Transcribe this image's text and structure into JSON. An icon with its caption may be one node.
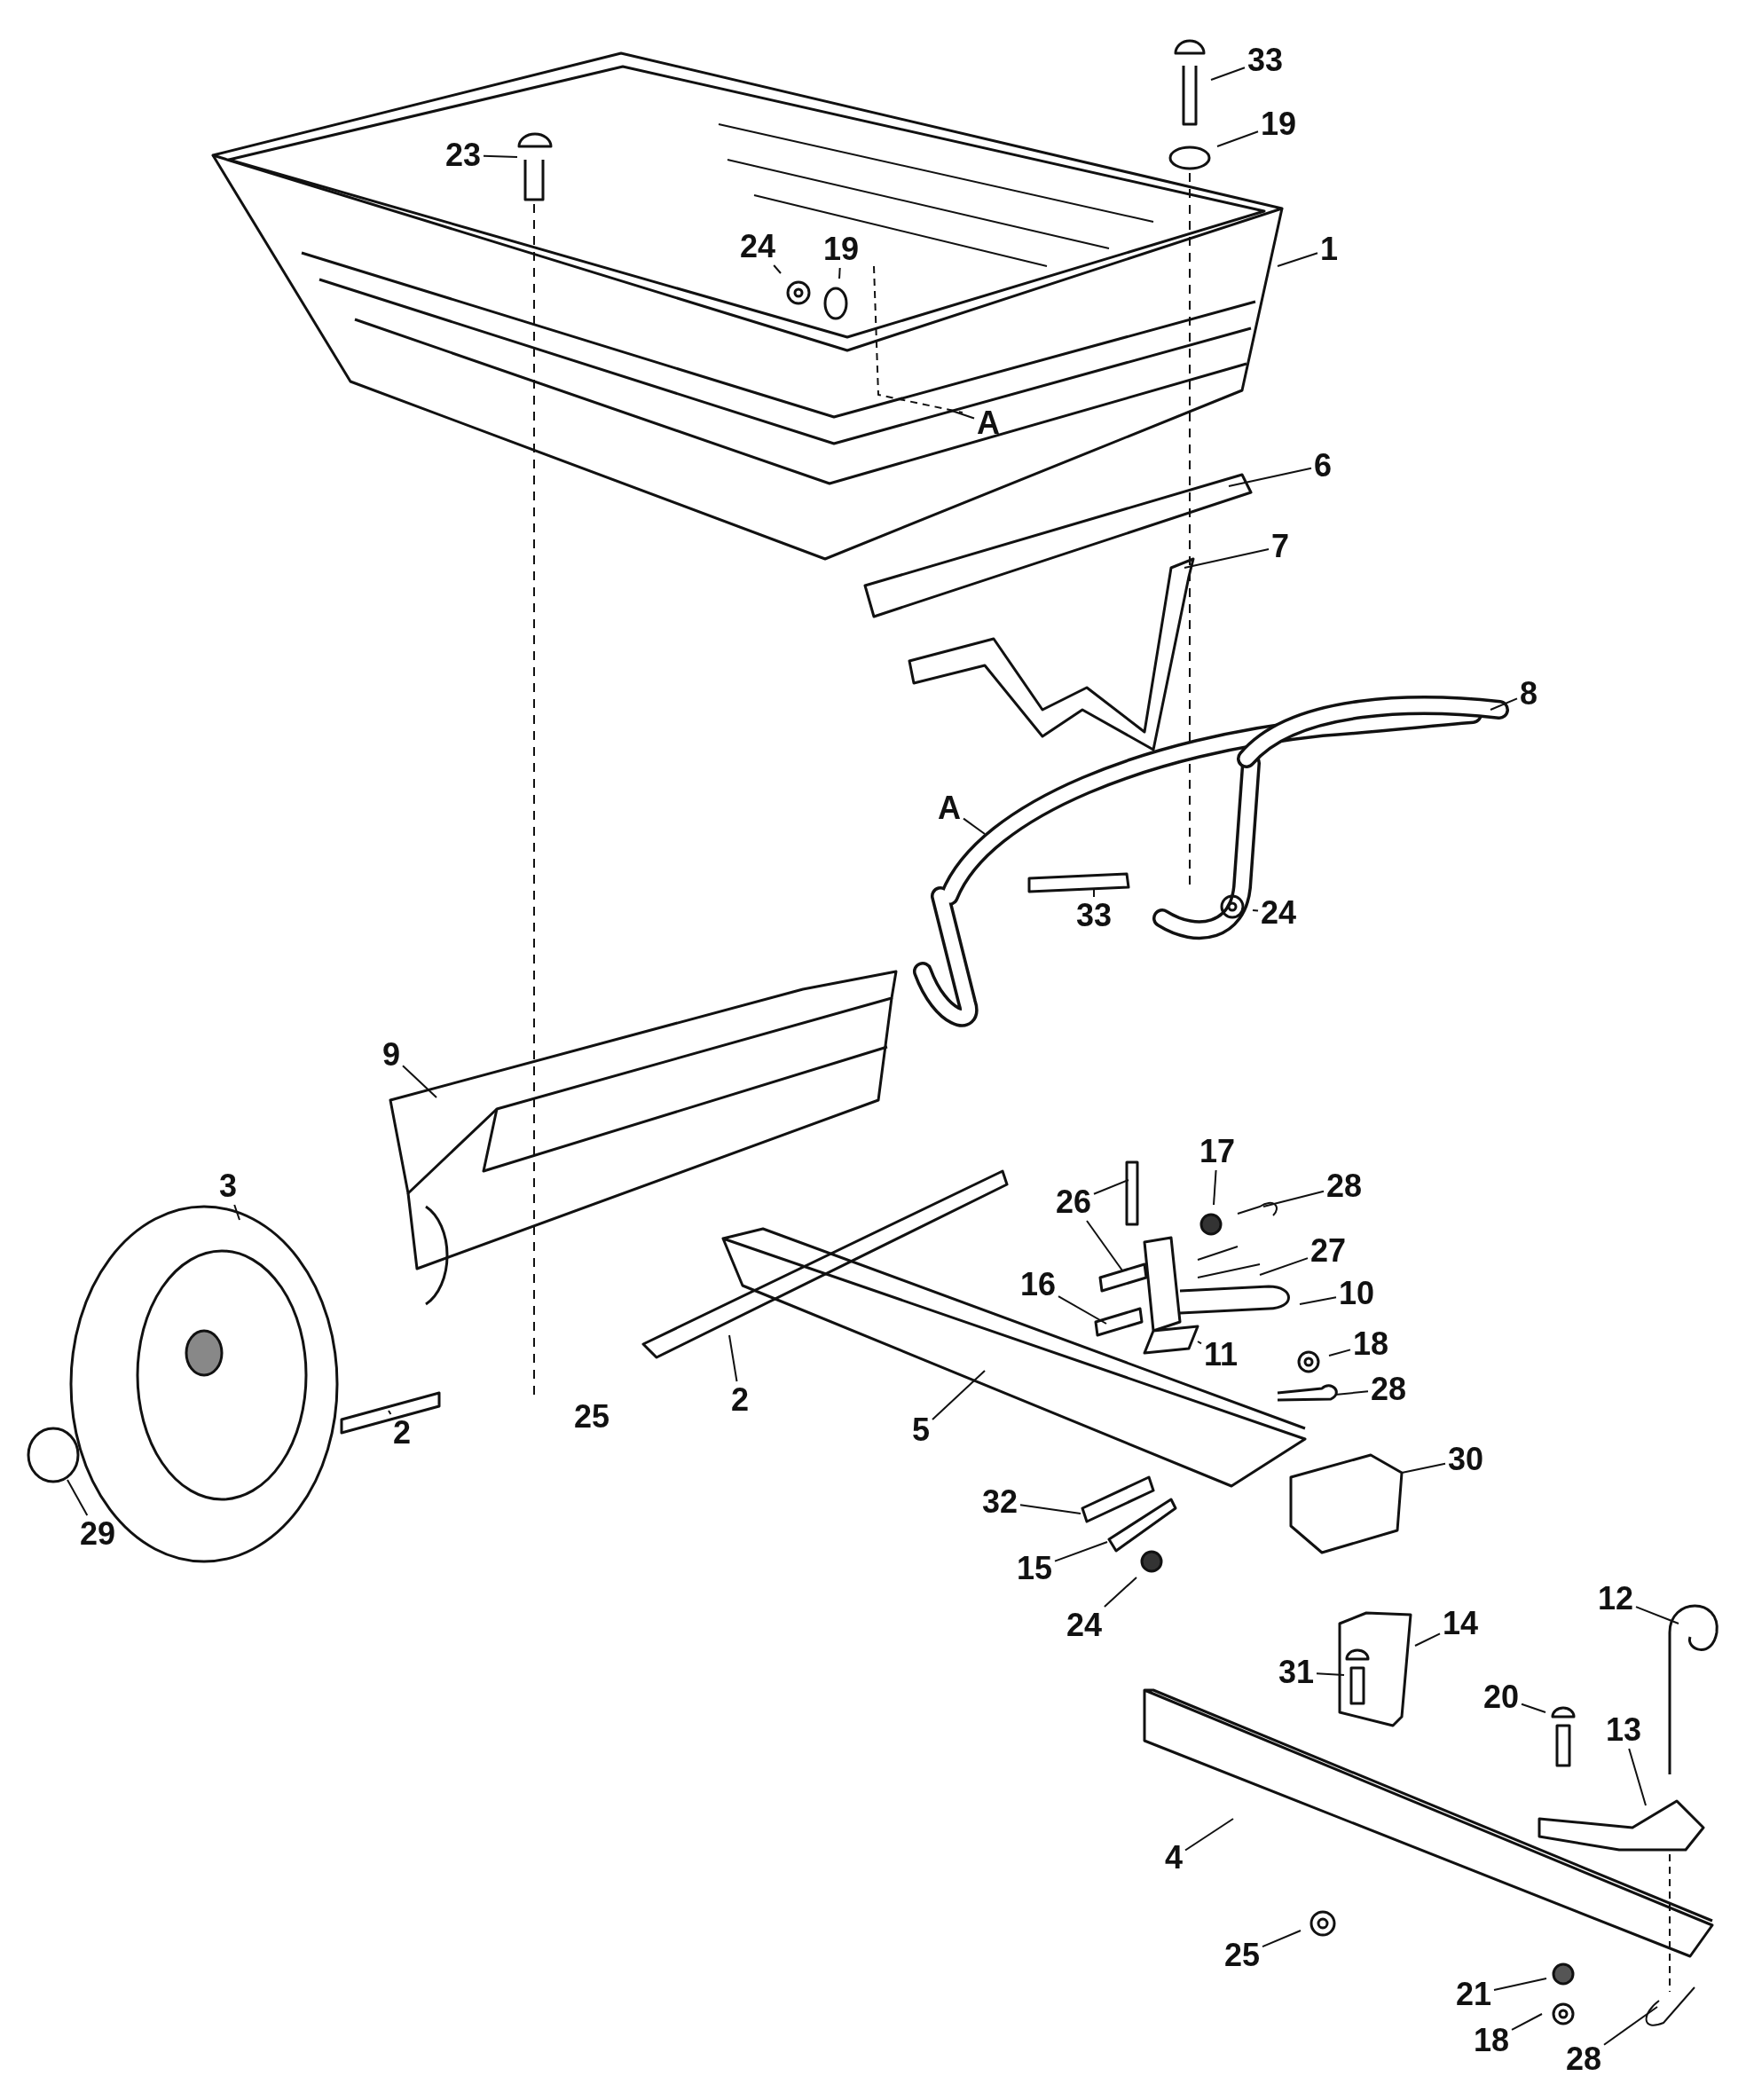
{
  "diagram": {
    "nodes": [
      {
        "text": [
          "33"
        ]
      },
      {
        "text": [
          "19"
        ]
      },
      {
        "text": [
          "23"
        ]
      },
      {
        "text": [
          "24"
        ]
      },
      {
        "text": [
          "19"
        ]
      },
      {
        "text": [
          "1"
        ]
      },
      {
        "text": [
          "A"
        ]
      },
      {
        "text": [
          "6"
        ]
      },
      {
        "text": [
          "7"
        ]
      },
      {
        "text": [
          "8"
        ]
      },
      {
        "text": [
          "A"
        ]
      },
      {
        "text": [
          "33"
        ]
      },
      {
        "text": [
          "24"
        ]
      },
      {
        "text": [
          "9"
        ]
      },
      {
        "text": [
          "17"
        ]
      },
      {
        "text": [
          "3"
        ]
      },
      {
        "text": [
          "26"
        ]
      },
      {
        "text": [
          "28"
        ]
      },
      {
        "text": [
          "27"
        ]
      },
      {
        "text": [
          "16"
        ]
      },
      {
        "text": [
          "10"
        ]
      },
      {
        "text": [
          "11"
        ]
      },
      {
        "text": [
          "18"
        ]
      },
      {
        "text": [
          "2"
        ]
      },
      {
        "text": [
          "2"
        ]
      },
      {
        "text": [
          "28"
        ]
      },
      {
        "text": [
          "5"
        ]
      },
      {
        "text": [
          "30"
        ]
      },
      {
        "text": [
          "29"
        ]
      },
      {
        "text": [
          "32"
        ]
      },
      {
        "text": [
          "15"
        ]
      },
      {
        "text": [
          "24"
        ]
      },
      {
        "text": [
          "14"
        ]
      },
      {
        "text": [
          "12"
        ]
      },
      {
        "text": [
          "31"
        ]
      },
      {
        "text": [
          "20"
        ]
      },
      {
        "text": [
          "13"
        ]
      },
      {
        "text": [
          "4"
        ]
      },
      {
        "text": [
          "25"
        ]
      },
      {
        "text": [
          "21"
        ]
      },
      {
        "text": [
          "18"
        ]
      },
      {
        "text": [
          "28"
        ]
      }
    ],
    "edges": [
      {
        "from": 0,
        "to": null,
        "arrow": "none"
      },
      {
        "from": 1,
        "to": null,
        "arrow": "none"
      },
      {
        "from": 2,
        "to": null,
        "arrow": "none"
      },
      {
        "from": 3,
        "to": null,
        "arrow": "none"
      },
      {
        "from": 4,
        "to": null,
        "arrow": "none"
      },
      {
        "from": 5,
        "to": null,
        "arrow": "none"
      },
      {
        "from": 6,
        "to": null,
        "arrow": "none"
      },
      {
        "from": 7,
        "to": null,
        "arrow": "none"
      },
      {
        "from": 8,
        "to": null,
        "arrow": "none"
      },
      {
        "from": 9,
        "to": null,
        "arrow": "none"
      },
      {
        "from": 10,
        "to": null,
        "arrow": "none"
      },
      {
        "from": 11,
        "to": null,
        "arrow": "none"
      },
      {
        "from": 12,
        "to": null,
        "arrow": "none"
      },
      {
        "from": 13,
        "to": null,
        "arrow": "none"
      },
      {
        "from": 14,
        "to": null,
        "arrow": "none"
      },
      {
        "from": 15,
        "to": null,
        "arrow": "none"
      },
      {
        "from": 16,
        "to": null,
        "arrow": "none"
      },
      {
        "from": 16,
        "to": null,
        "arrow": "none"
      },
      {
        "from": 17,
        "to": null,
        "arrow": "none"
      },
      {
        "from": 18,
        "to": null,
        "arrow": "none"
      },
      {
        "from": 19,
        "to": null,
        "arrow": "none"
      },
      {
        "from": 20,
        "to": null,
        "arrow": "none"
      },
      {
        "from": 21,
        "to": null,
        "arrow": "none"
      },
      {
        "from": 22,
        "to": null,
        "arrow": "none"
      },
      {
        "from": 23,
        "to": null,
        "arrow": "none"
      },
      {
        "from": 24,
        "to": null,
        "arrow": "none"
      },
      {
        "from": 25,
        "to": null,
        "arrow": "none"
      },
      {
        "from": 26,
        "to": null,
        "arrow": "none"
      },
      {
        "from": 27,
        "to": null,
        "arrow": "none"
      },
      {
        "from": 28,
        "to": null,
        "arrow": "none"
      },
      {
        "from": 29,
        "to": null,
        "arrow": "none"
      },
      {
        "from": 30,
        "to": null,
        "arrow": "none"
      },
      {
        "from": 31,
        "to": null,
        "arrow": "none"
      },
      {
        "from": 32,
        "to": null,
        "arrow": "none"
      },
      {
        "from": 33,
        "to": null,
        "arrow": "none"
      },
      {
        "from": 34,
        "to": null,
        "arrow": "none"
      },
      {
        "from": 35,
        "to": null,
        "arrow": "none"
      },
      {
        "from": 36,
        "to": null,
        "arrow": "none"
      },
      {
        "from": 37,
        "to": null,
        "arrow": "none"
      },
      {
        "from": 38,
        "to": null,
        "arrow": "none"
      },
      {
        "from": 39,
        "to": null,
        "arrow": "none"
      },
      {
        "from": 40,
        "to": null,
        "arrow": "none"
      },
      {
        "from": 41,
        "to": null,
        "arrow": "none"
      }
    ],
    "labels": [
      "25"
    ]
  }
}
